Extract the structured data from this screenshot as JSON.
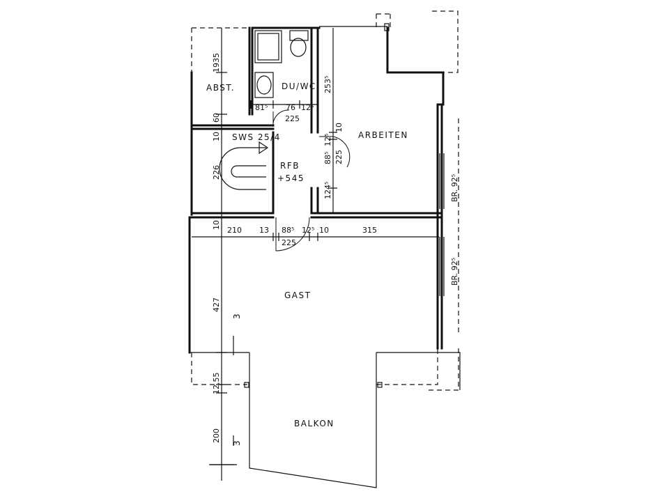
{
  "rooms": {
    "abst": "ABST.",
    "du_wc": "DU/WC",
    "arbeiten": "ARBEITEN",
    "rfb": "RFB",
    "rfb_level": "+545",
    "sws": "SWS 25/4",
    "gast": "GAST",
    "balkon": "BALKON"
  },
  "dimensions": {
    "d_1935": "1935",
    "d_60": "60",
    "d_10_left": "10",
    "d_226": "226",
    "d_10_mid": "10",
    "d_427": "427",
    "d_12_55": "12,55",
    "d_200": "200",
    "d_815": "81⁵",
    "d_76": "76",
    "d_125_top": "12⁵",
    "d_225_top": "225",
    "d_2535": "253⁵",
    "d_10_right": "10",
    "d_125_side": "12⁵",
    "d_885_side": "88⁵",
    "d_225_side": "225",
    "d_1245": "124⁵",
    "d_210": "210",
    "d_13": "13",
    "d_885_mid": "88⁵",
    "d_125_mid": "12⁵",
    "d_10_mid2": "10",
    "d_315": "315",
    "d_225_mid": "225",
    "br_1": "BR. 92⁵",
    "br_2": "BR. 92⁵"
  },
  "section_marks": {
    "upper": "3",
    "lower": "3"
  }
}
